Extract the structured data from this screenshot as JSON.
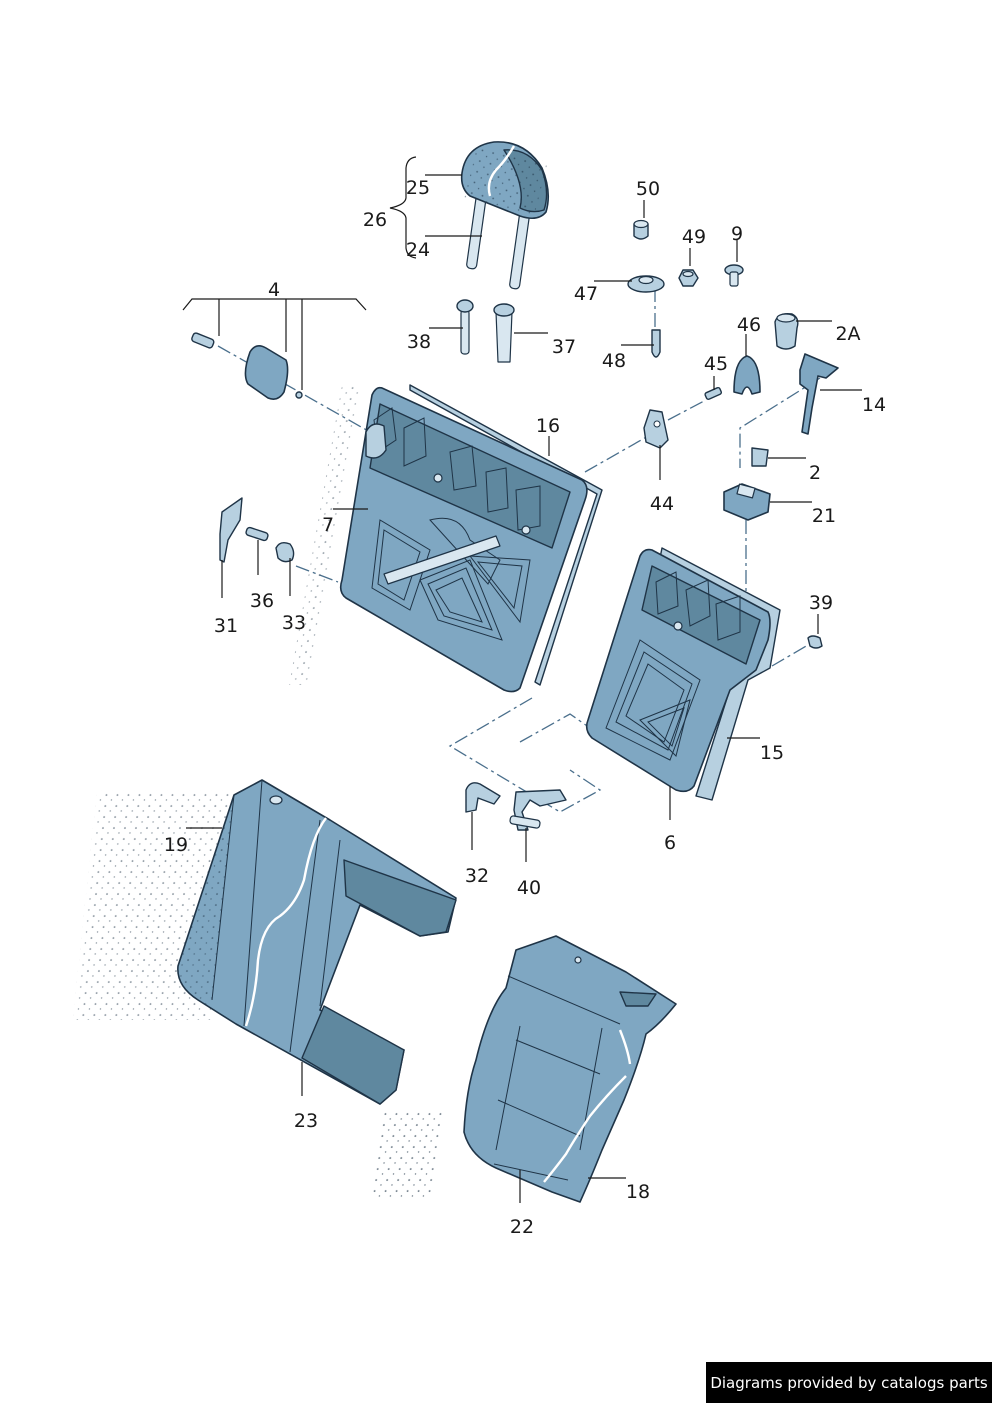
{
  "callouts": [
    "25",
    "26",
    "24",
    "50",
    "49",
    "9",
    "47",
    "4",
    "38",
    "37",
    "48",
    "46",
    "2A",
    "45",
    "14",
    "16",
    "44",
    "2",
    "21",
    "7",
    "31",
    "36",
    "33",
    "39",
    "15",
    "6",
    "32",
    "40",
    "19",
    "23",
    "22",
    "18"
  ],
  "banner": "Diagrams provided by catalogs parts"
}
